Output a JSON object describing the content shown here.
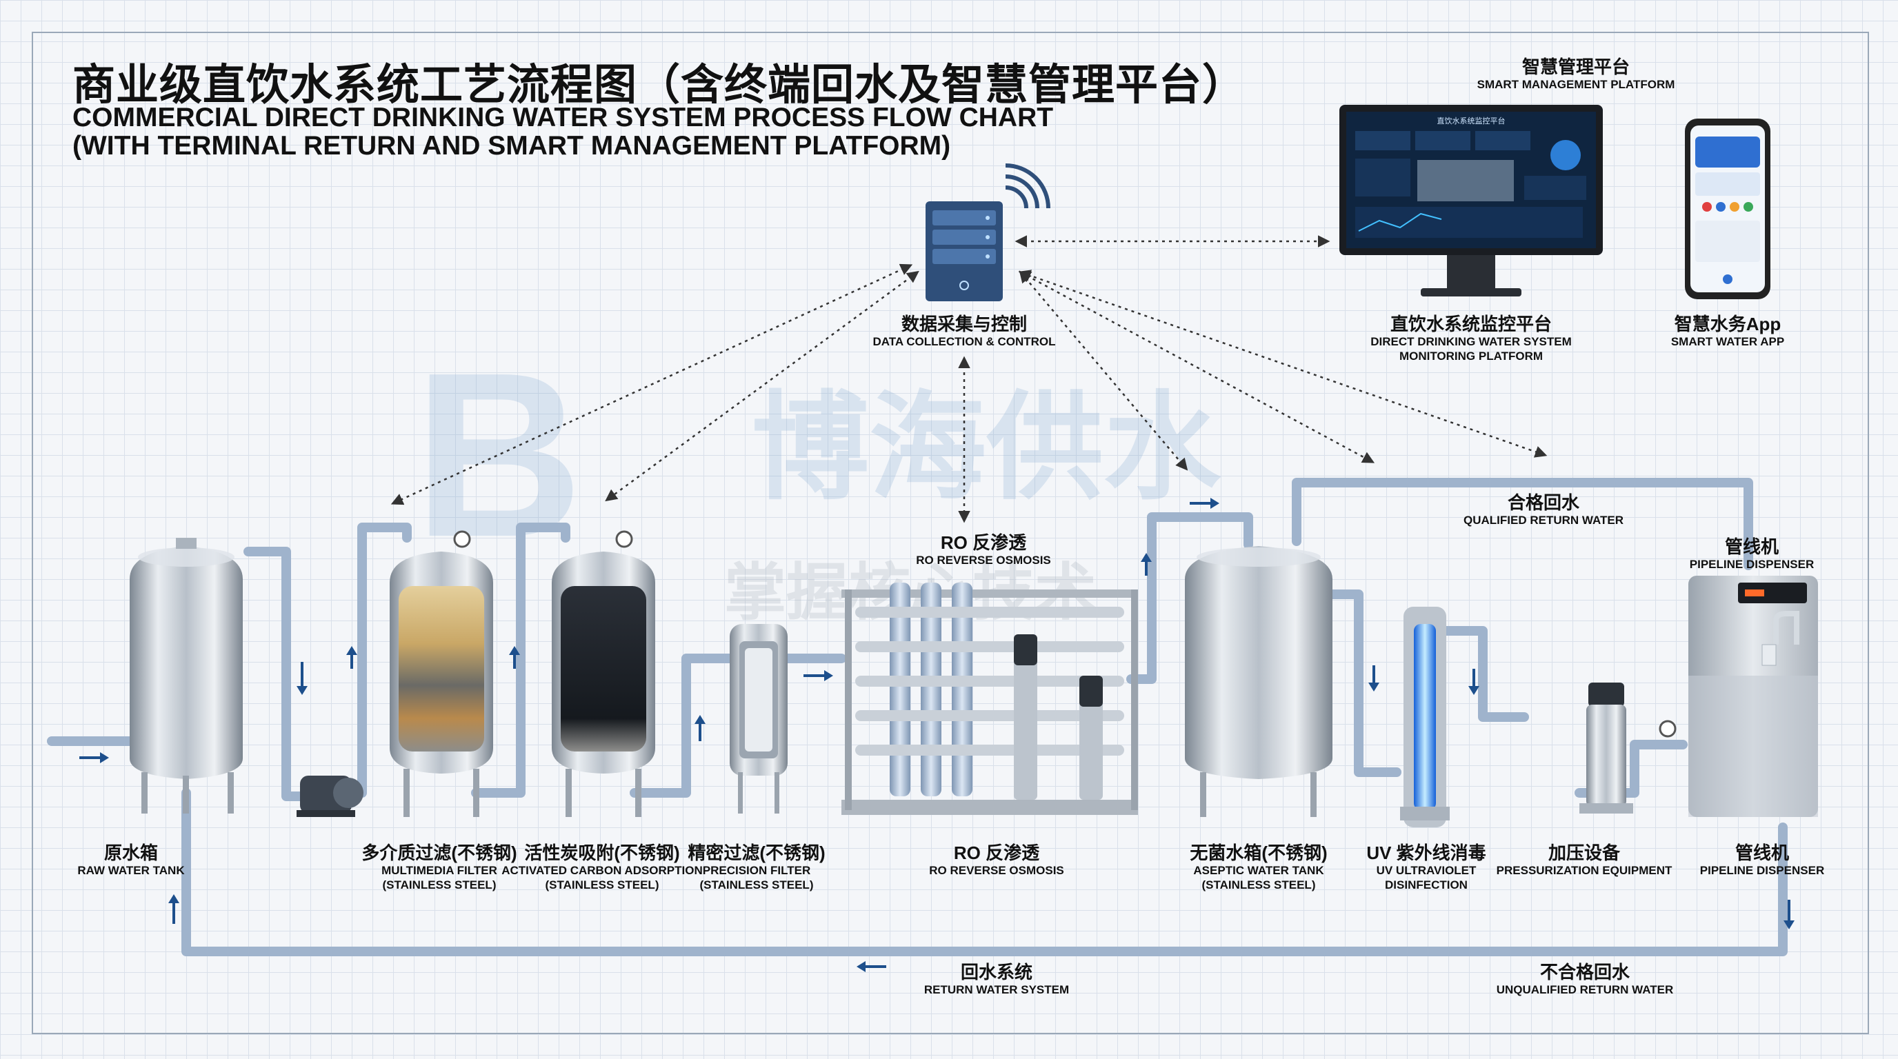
{
  "title": {
    "cn": "商业级直饮水系统工艺流程图（含终端回水及智慧管理平台）",
    "en_line1": "COMMERCIAL DIRECT DRINKING WATER SYSTEM PROCESS FLOW CHART",
    "en_line2": "(WITH TERMINAL RETURN AND SMART MANAGEMENT PLATFORM)"
  },
  "watermark": {
    "logo": "B",
    "main": "博海供水",
    "sub": "掌握核心技术"
  },
  "platform": {
    "cn": "智慧管理平台",
    "en": "SMART MANAGEMENT PLATFORM"
  },
  "server": {
    "cn": "数据采集与控制",
    "en": "DATA COLLECTION & CONTROL"
  },
  "monitor": {
    "cn": "直饮水系统监控平台",
    "en_line1": "DIRECT DRINKING WATER SYSTEM",
    "en_line2": "MONITORING PLATFORM",
    "screen_title": "直饮水系统监控平台"
  },
  "app": {
    "cn": "智慧水务App",
    "en": "SMART WATER APP"
  },
  "ro_top": {
    "cn": "RO 反渗透",
    "en": "RO REVERSE OSMOSIS"
  },
  "qualified_return": {
    "cn": "合格回水",
    "en": "QUALIFIED RETURN WATER"
  },
  "dispenser_top": {
    "cn": "管线机",
    "en": "PIPELINE DISPENSER"
  },
  "equipment": [
    {
      "cn": "原水箱",
      "en_line1": "RAW WATER TANK",
      "en_line2": ""
    },
    {
      "cn": "多介质过滤(不锈钢)",
      "en_line1": "MULTIMEDIA FILTER",
      "en_line2": "(STAINLESS STEEL)"
    },
    {
      "cn": "活性炭吸附(不锈钢)",
      "en_line1": "ACTIVATED CARBON ADSORPTION",
      "en_line2": "(STAINLESS STEEL)"
    },
    {
      "cn": "精密过滤(不锈钢)",
      "en_line1": "PRECISION FILTER",
      "en_line2": "(STAINLESS STEEL)"
    },
    {
      "cn": "RO 反渗透",
      "en_line1": "RO REVERSE OSMOSIS",
      "en_line2": ""
    },
    {
      "cn": "无菌水箱(不锈钢)",
      "en_line1": "ASEPTIC WATER TANK",
      "en_line2": "(STAINLESS STEEL)"
    },
    {
      "cn": "UV 紫外线消毒",
      "en_line1": "UV ULTRAVIOLET",
      "en_line2": "DISINFECTION"
    },
    {
      "cn": "加压设备",
      "en_line1": "PRESSURIZATION EQUIPMENT",
      "en_line2": ""
    },
    {
      "cn": "管线机",
      "en_line1": "PIPELINE DISPENSER",
      "en_line2": ""
    }
  ],
  "return_system": {
    "cn": "回水系统",
    "en": "RETURN WATER SYSTEM"
  },
  "unqualified_return": {
    "cn": "不合格回水",
    "en": "UNQUALIFIED RETURN WATER"
  },
  "colors": {
    "pipe": "#9fb3cc",
    "steel": "#c7ced6",
    "server": "#2f4f7a",
    "screen": "#0f2540",
    "uv": "#3aa2ff",
    "arrow": "#1d4f8c"
  }
}
